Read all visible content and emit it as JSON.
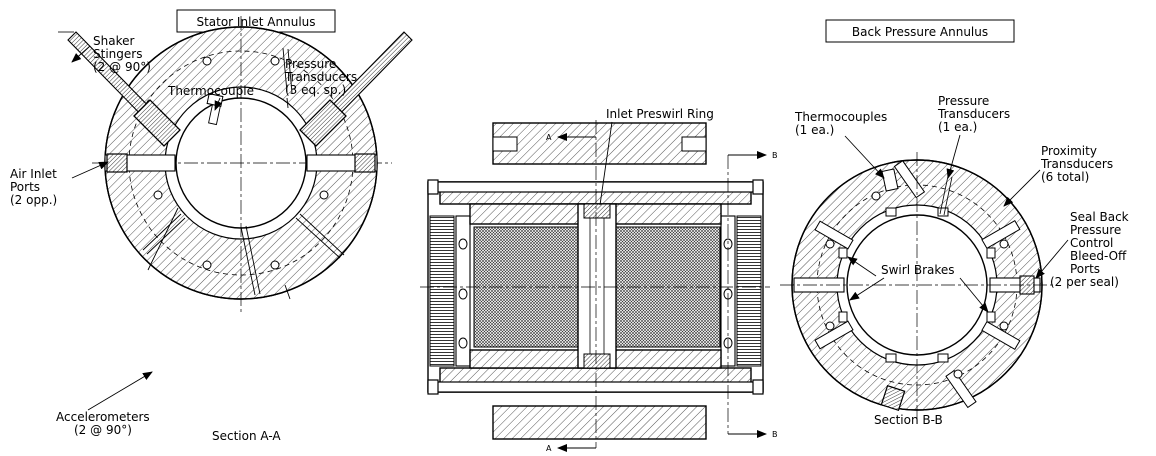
{
  "titles": {
    "stator_inlet": "Stator Inlet Annulus",
    "back_pressure": "Back Pressure Annulus",
    "inlet_preswirl": "Inlet Preswirl Ring"
  },
  "left_view": {
    "shaker_l1": "Shaker",
    "shaker_l2": "Stingers",
    "shaker_l3": "(2 @ 90°)",
    "thermocouple": "Thermocouple",
    "pressure_l1": "Pressure",
    "pressure_l2": "Transducers",
    "pressure_l3": "(3 eq. sp.)",
    "air_l1": "Air Inlet",
    "air_l2": "Ports",
    "air_l3": "(2 opp.)",
    "accel_l1": "Accelerometers",
    "accel_l2": "(2 @ 90°)",
    "section": "Section A-A"
  },
  "right_view": {
    "thermo_l1": "Thermocouples",
    "thermo_l2": "(1 ea.)",
    "pressure_l1": "Pressure",
    "pressure_l2": "Transducers",
    "pressure_l3": "(1 ea.)",
    "prox_l1": "Proximity",
    "prox_l2": "Transducers",
    "prox_l3": "(6 total)",
    "seal_l1": "Seal Back",
    "seal_l2": "Pressure",
    "seal_l3": "Control",
    "seal_l4": "Bleed-Off",
    "seal_l5": "Ports",
    "seal_l6": "(2 per seal)",
    "swirl": "Swirl Brakes",
    "section": "Section B-B"
  },
  "section_marks": {
    "a_top": "A",
    "a_bottom": "A",
    "b_top": "B",
    "b_bottom": "B"
  }
}
